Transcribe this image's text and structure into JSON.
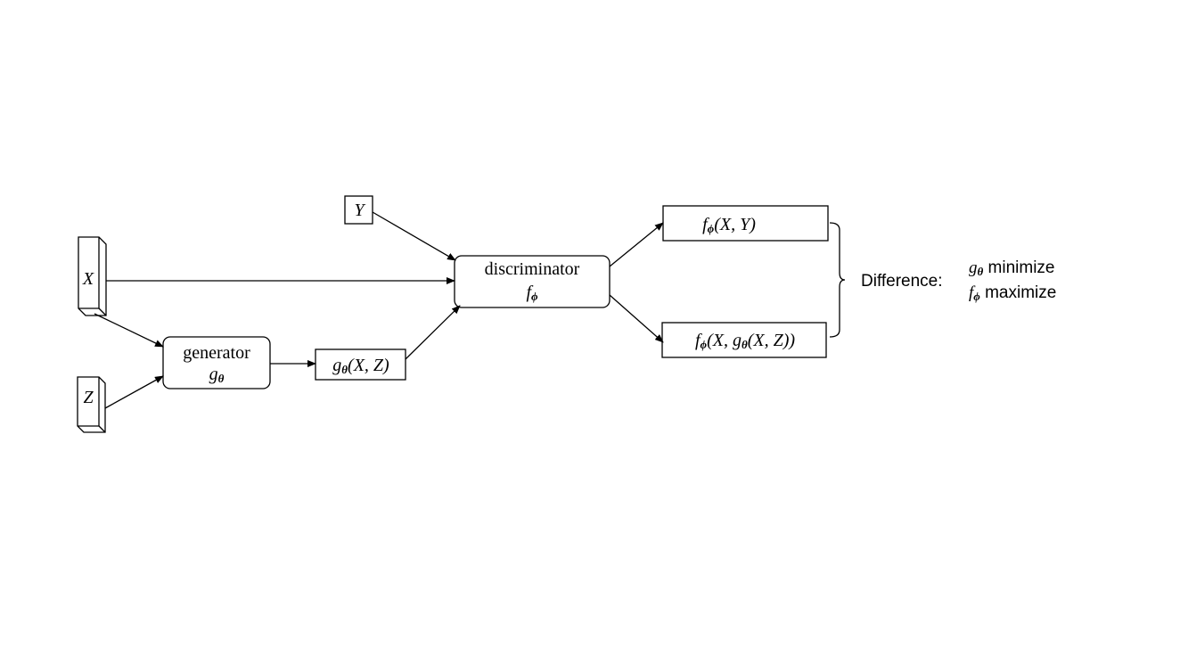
{
  "inputs": {
    "x": "X",
    "z": "Z",
    "y": "Y"
  },
  "generator": {
    "label": "generator",
    "symbol_base": "g",
    "symbol_sub": "θ"
  },
  "generated": {
    "base": "g",
    "sub": "θ",
    "args": "(X, Z)"
  },
  "discriminator": {
    "label": "discriminator",
    "symbol_base": "f",
    "symbol_sub": "ϕ"
  },
  "output_real": {
    "base": "f",
    "sub": "ϕ",
    "args": "(X, Y)"
  },
  "output_fake": {
    "base": "f",
    "sub": "ϕ",
    "args_open": "(X, ",
    "inner_base": "g",
    "inner_sub": "θ",
    "inner_args": "(X, Z))"
  },
  "difference": {
    "label": "Difference:",
    "line1_base": "g",
    "line1_sub": "θ",
    "line1_text": " minimize",
    "line2_base": "f",
    "line2_sub": "ϕ",
    "line2_text": " maximize"
  }
}
